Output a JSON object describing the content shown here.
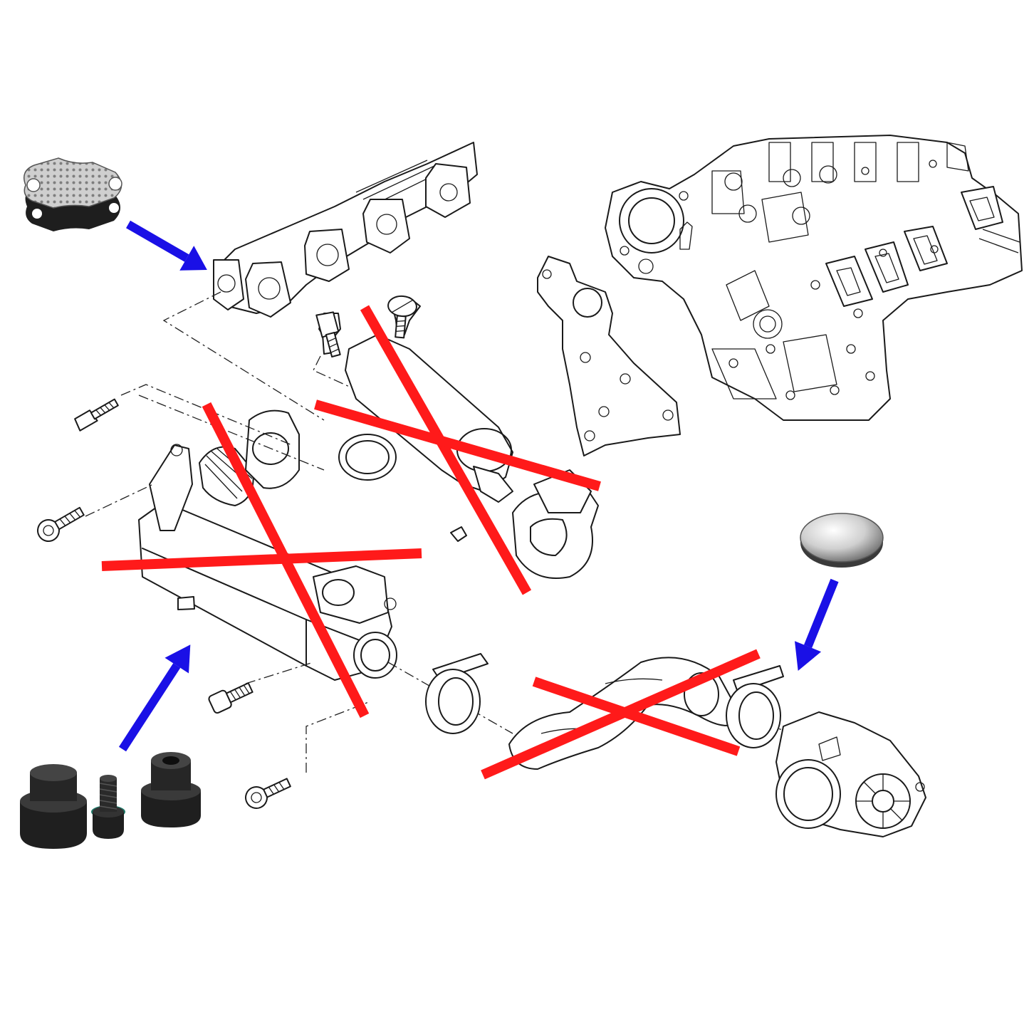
{
  "colors": {
    "background": "#ffffff",
    "line_art": "#1a1a1a",
    "remove_mark": "#ff1a1a",
    "pointer_arrow": "#1a10e6",
    "blanking_plate": "#c9c9c9",
    "gasket": "#1e1e1e",
    "plug": "#2a2a2a",
    "seal_ring": "#1f7a6a",
    "cap": "#d6d6d6"
  },
  "parts": [
    {
      "id": "blanking-plate-gasket",
      "icon": "blanking-plate-icon"
    },
    {
      "id": "exhaust-manifold",
      "icon": "manifold-drawing"
    },
    {
      "id": "engine-block",
      "icon": "engine-block-drawing"
    },
    {
      "id": "egr-cooler",
      "icon": "egr-cooler-drawing",
      "removed": true
    },
    {
      "id": "coolant-pipe",
      "icon": "coolant-pipe-drawing",
      "removed": true
    },
    {
      "id": "egr-pipe",
      "icon": "egr-pipe-drawing",
      "removed": true
    },
    {
      "id": "egr-valve",
      "icon": "egr-valve-drawing"
    },
    {
      "id": "blanking-cap",
      "icon": "blanking-cap-icon"
    },
    {
      "id": "blanking-plugs",
      "icon": "blanking-plug-icon",
      "count": 3
    }
  ]
}
